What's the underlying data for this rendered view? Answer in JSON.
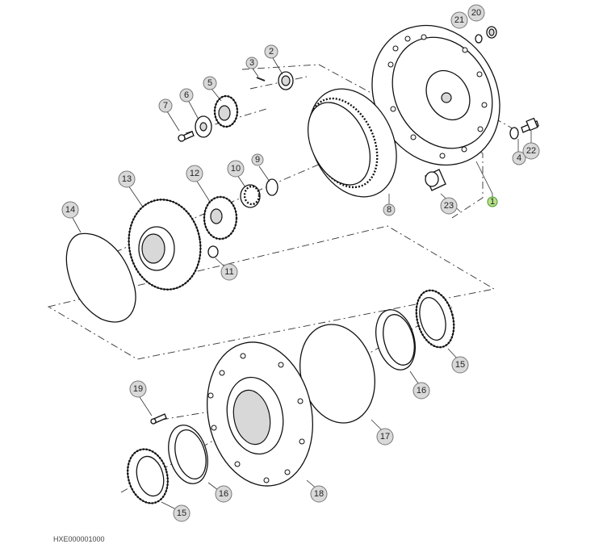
{
  "callouts": [
    {
      "id": "c1",
      "label": "1",
      "selected": true
    },
    {
      "id": "c2",
      "label": "2"
    },
    {
      "id": "c3",
      "label": "3"
    },
    {
      "id": "c4",
      "label": "4"
    },
    {
      "id": "c5",
      "label": "5"
    },
    {
      "id": "c6",
      "label": "6"
    },
    {
      "id": "c7",
      "label": "7"
    },
    {
      "id": "c8",
      "label": "8"
    },
    {
      "id": "c9",
      "label": "9"
    },
    {
      "id": "c10",
      "label": "10"
    },
    {
      "id": "c11",
      "label": "11"
    },
    {
      "id": "c12",
      "label": "12"
    },
    {
      "id": "c13",
      "label": "13"
    },
    {
      "id": "c14",
      "label": "14"
    },
    {
      "id": "c15a",
      "label": "15"
    },
    {
      "id": "c15b",
      "label": "15"
    },
    {
      "id": "c16a",
      "label": "16"
    },
    {
      "id": "c16b",
      "label": "16"
    },
    {
      "id": "c17",
      "label": "17"
    },
    {
      "id": "c18",
      "label": "18"
    },
    {
      "id": "c19",
      "label": "19"
    },
    {
      "id": "c20",
      "label": "20"
    },
    {
      "id": "c21",
      "label": "21"
    },
    {
      "id": "c22",
      "label": "22"
    },
    {
      "id": "c23",
      "label": "23"
    }
  ],
  "footer_code": "HXE000001000",
  "colors": {
    "selected_fill": "#b7e08a",
    "callout_fill": "#d9d9d9"
  }
}
